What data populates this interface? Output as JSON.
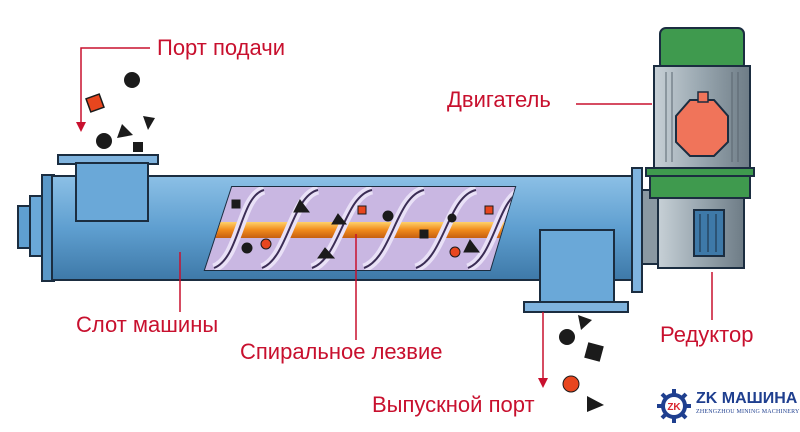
{
  "labels": {
    "feed_port": "Порт подачи",
    "motor": "Двигатель",
    "trough": "Слот машины",
    "spiral_blade": "Спиральное лезвие",
    "outlet_port": "Выпускной порт",
    "reducer": "Редуктор"
  },
  "logo": {
    "mark": "ZK",
    "name": "ZK МАШИНА",
    "subtitle": "ZHENGZHOU MINING MACHINERY"
  },
  "colors": {
    "label_red": "#c8102e",
    "trough_blue": "#5f9fd0",
    "motor_green": "#3f9a4e",
    "motor_grey": "#9aa7b0",
    "spiral_orange": "#f08a1c",
    "interior_purple": "#b9a4d6",
    "logo_blue": "#1f3f8f"
  }
}
